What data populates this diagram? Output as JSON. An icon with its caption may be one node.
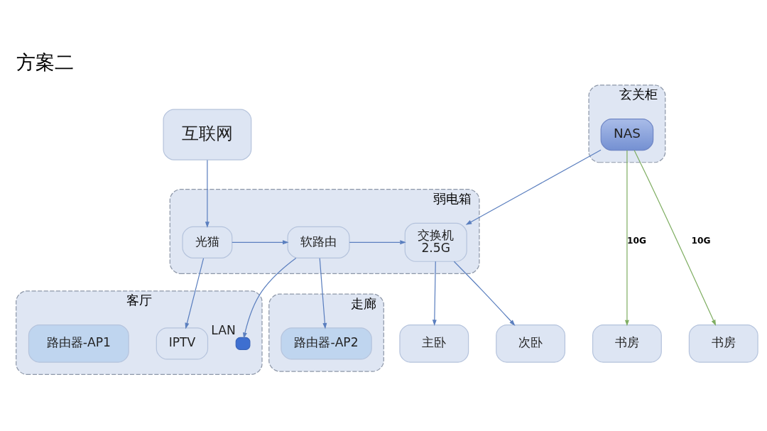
{
  "diagram": {
    "title": "方案二",
    "nodes": [
      {
        "text": [
          "玄关柜"
        ]
      },
      {
        "text": [
          "NAS"
        ],
        "in": 0
      },
      {
        "text": [
          "弱电箱"
        ]
      },
      {
        "text": [
          "光猫"
        ],
        "in": 2
      },
      {
        "text": [
          "软路由"
        ],
        "in": 2
      },
      {
        "text": [
          "交换机",
          "2.5G"
        ],
        "in": 2
      },
      {
        "text": [
          "互联网"
        ]
      },
      {
        "text": [
          "走廊"
        ]
      },
      {
        "text": [
          "路由器-AP2"
        ],
        "in": 7
      },
      {
        "text": [
          "客厅"
        ]
      },
      {
        "text": [],
        "shape": "box",
        "beside": [
          "LAN"
        ],
        "in": 9
      },
      {
        "text": [
          "IPTV"
        ],
        "in": 9
      },
      {
        "text": [
          "路由器-AP1"
        ],
        "in": 9
      },
      {
        "text": [
          "主卧"
        ]
      },
      {
        "text": [
          "次卧"
        ]
      },
      {
        "text": [
          "书房"
        ]
      },
      {
        "text": [
          "书房"
        ]
      }
    ],
    "edges": [
      {
        "from": 6,
        "to": 3,
        "arrow": "to"
      },
      {
        "from": 3,
        "to": 4,
        "arrow": "to"
      },
      {
        "from": 4,
        "to": 5,
        "arrow": "to"
      },
      {
        "from": 1,
        "to": 5,
        "arrow": "to"
      },
      {
        "from": 3,
        "to": 11,
        "arrow": "to"
      },
      {
        "from": 4,
        "to": 10,
        "arrow": "to"
      },
      {
        "from": 4,
        "to": 8,
        "arrow": "to"
      },
      {
        "from": 5,
        "to": 13,
        "arrow": "to"
      },
      {
        "from": 5,
        "to": 14,
        "arrow": "to"
      },
      {
        "from": 1,
        "to": 15,
        "arrow": "to",
        "label": "10G",
        "color": "#7fae62"
      },
      {
        "from": 1,
        "to": 16,
        "arrow": "to",
        "label": "10G",
        "color": "#7fae62"
      }
    ]
  }
}
